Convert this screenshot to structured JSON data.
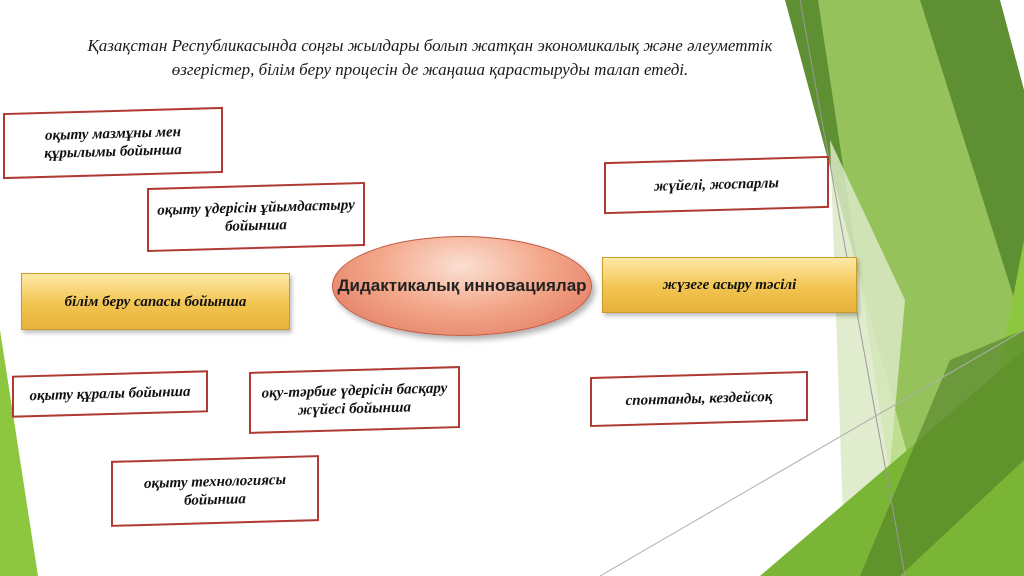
{
  "title": "Қазақстан Республикасында соңғы жылдары болып жатқан экономикалық және әлеуметтік өзгерістер, білім беру процесін де жаңаша қарастыруды талап етеді.",
  "center": "Дидактикалық инновациялар",
  "left_nodes": {
    "content_structure": "оқыту мазмұны мен құрылымы бойынша",
    "process_org": "оқыту үдерісін ұйымдастыру бойынша",
    "quality": "білім беру сапасы бойынша",
    "means": "оқыту құралы бойынша",
    "management": "оқу-тәрбие үдерісін басқару жүйесі бойынша",
    "technology": "оқыту технологиясы бойынша"
  },
  "right_nodes": {
    "systematic": "жүйелі, жоспарлы",
    "method": "жүзеге асыру тәсілі",
    "spontaneous": "спонтанды, кездейсоқ"
  },
  "colors": {
    "box_border": "#b03a33",
    "gold": "#f2c451",
    "ellipse": "#f3a88b",
    "green_dark": "#4e7d26",
    "green_light": "#8dc63f"
  }
}
